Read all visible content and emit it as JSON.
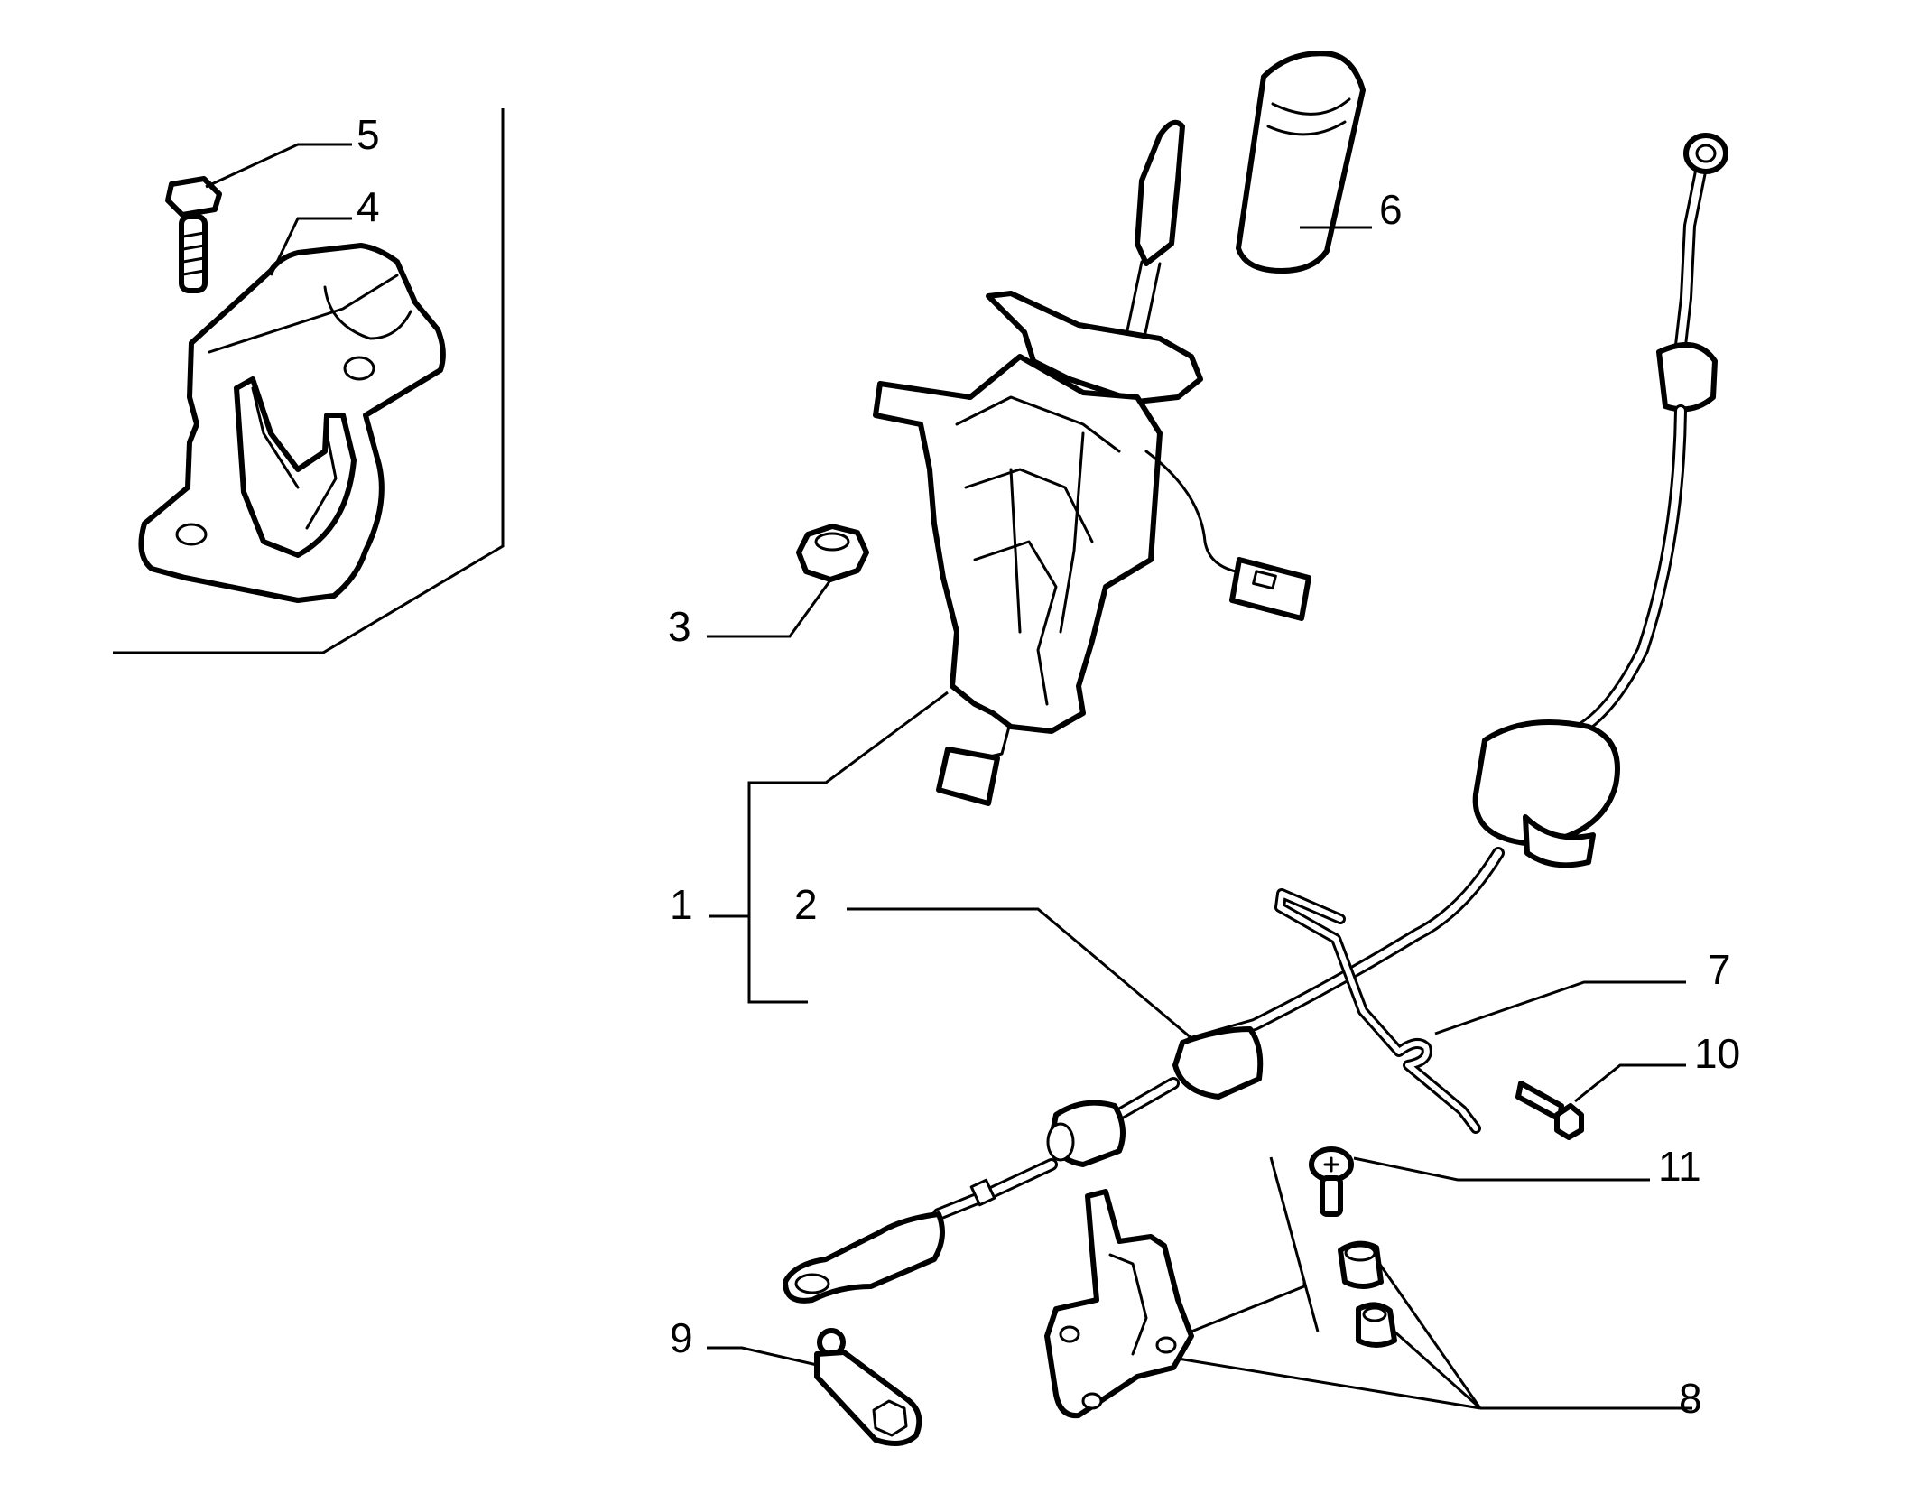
{
  "callouts": [
    {
      "id": "1",
      "label": "1"
    },
    {
      "id": "2",
      "label": "2"
    },
    {
      "id": "3",
      "label": "3"
    },
    {
      "id": "4",
      "label": "4"
    },
    {
      "id": "5",
      "label": "5"
    },
    {
      "id": "6",
      "label": "6"
    },
    {
      "id": "7",
      "label": "7"
    },
    {
      "id": "8",
      "label": "8"
    },
    {
      "id": "9",
      "label": "9"
    },
    {
      "id": "10",
      "label": "10"
    },
    {
      "id": "11",
      "label": "11"
    }
  ],
  "parts": [
    {
      "name": "gear-selector-assembly",
      "callout": "1"
    },
    {
      "name": "shift-cable",
      "callout": "2"
    },
    {
      "name": "nut",
      "callout": "3"
    },
    {
      "name": "support-bracket",
      "callout": "4"
    },
    {
      "name": "hex-bolt",
      "callout": "5"
    },
    {
      "name": "gear-knob",
      "callout": "6"
    },
    {
      "name": "wire-clip",
      "callout": "7"
    },
    {
      "name": "cable-bracket-kit",
      "callout": "8"
    },
    {
      "name": "ball-joint-lever",
      "callout": "9"
    },
    {
      "name": "screw",
      "callout": "10"
    },
    {
      "name": "bolt",
      "callout": "11"
    }
  ]
}
